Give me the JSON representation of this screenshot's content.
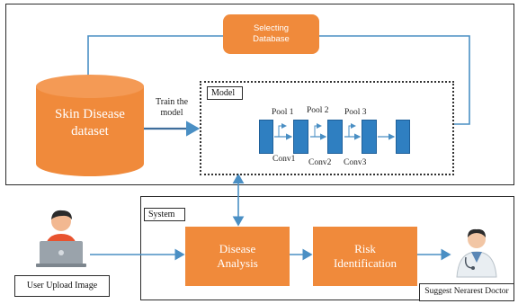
{
  "top": {
    "selecting_database": "Selecting Database",
    "dataset": "Skin Disease dataset",
    "train_label": "Train the model",
    "model_label": "Model",
    "pool_labels": [
      "Pool 1",
      "Pool 2",
      "Pool 3"
    ],
    "conv_labels": [
      "Conv1",
      "Conv2",
      "Conv3"
    ]
  },
  "bottom": {
    "system_label": "System",
    "disease_analysis": "Disease Analysis",
    "risk_identification": "Risk Identification",
    "user_caption": "User Upload Image",
    "doctor_caption": "Suggest Nerarest Doctor"
  },
  "colors": {
    "orange": "#f08a3b",
    "blue_layer": "#2f7fc1",
    "arrow": "#4a8fc4"
  }
}
